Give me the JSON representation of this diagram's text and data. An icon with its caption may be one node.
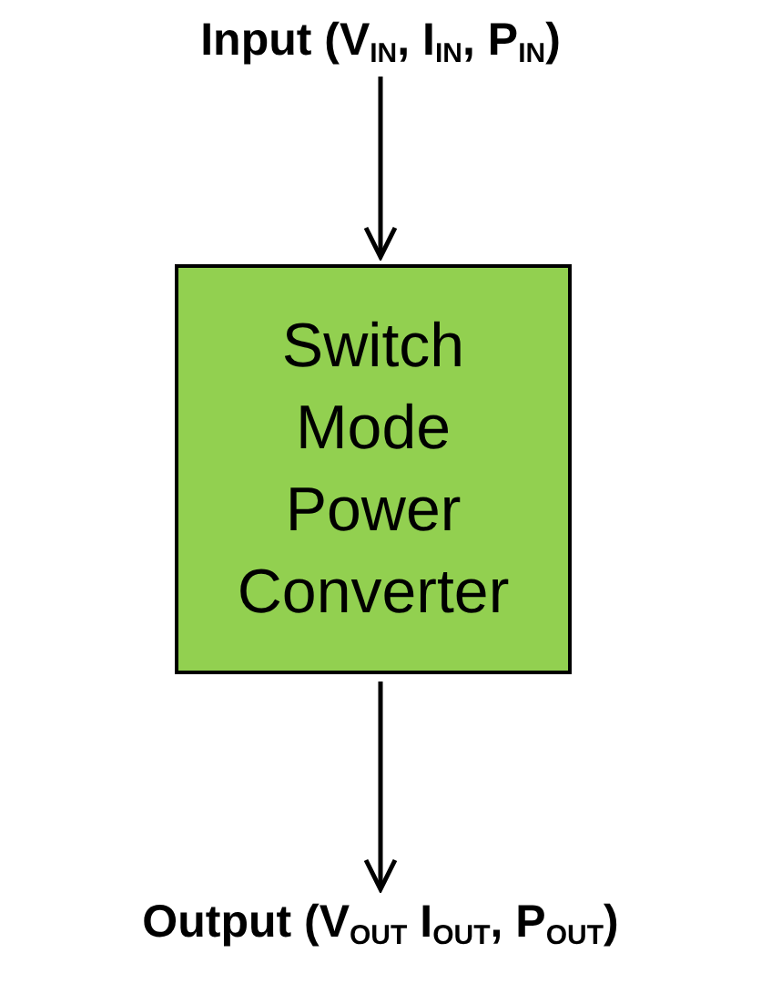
{
  "diagram": {
    "nodes": [
      {
        "text": [
          "Input (V$_{IN}$, I$_{IN}$, P$_{IN}$)"
        ]
      },
      {
        "text": [
          "Switch Mode Power Converter"
        ]
      },
      {
        "text": [
          "Output (V$_{OUT}$ I$_{OUT}$, P$_{OUT}$)"
        ]
      }
    ],
    "edges": [
      {
        "from": 0,
        "to": 1,
        "arrow": "to"
      },
      {
        "from": 1,
        "to": 2,
        "arrow": "to"
      }
    ]
  }
}
